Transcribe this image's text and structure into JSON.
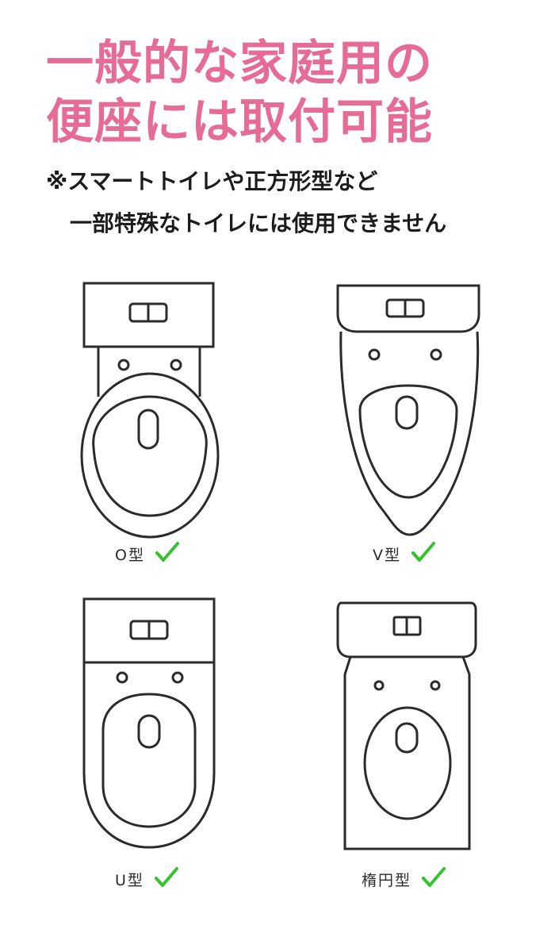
{
  "colors": {
    "headline": "#e66c95",
    "text": "#1c1c1c",
    "stroke": "#2b2b2b",
    "check": "#35c22f"
  },
  "headline": {
    "line1": "一般的な家庭用の",
    "line2": "便座には取付可能"
  },
  "note": {
    "line1": "※スマートトイレや正方形型など",
    "line2": "一部特殊なトイレには使用できません"
  },
  "types": [
    {
      "label": "O型",
      "supported": true,
      "icon": "check-icon"
    },
    {
      "label": "V型",
      "supported": true,
      "icon": "check-icon"
    },
    {
      "label": "U型",
      "supported": true,
      "icon": "check-icon"
    },
    {
      "label": "楕円型",
      "supported": true,
      "icon": "check-icon"
    }
  ]
}
